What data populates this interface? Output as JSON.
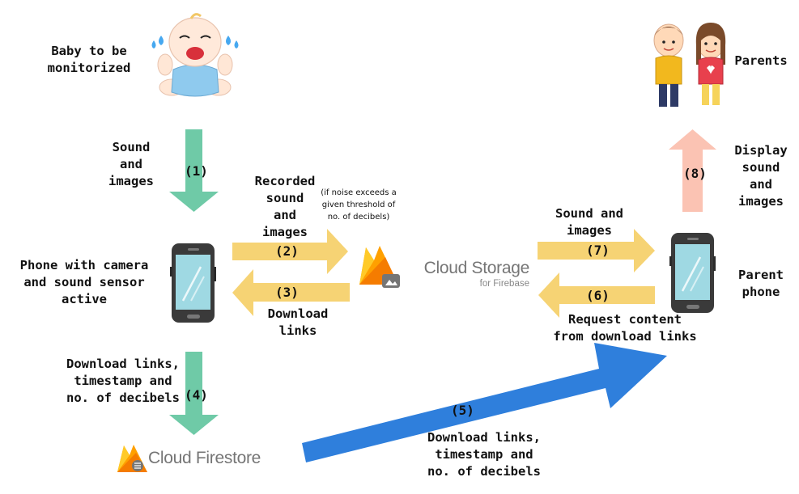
{
  "nodes": {
    "baby": {
      "label": "Baby to be\nmonitorized"
    },
    "phone_sender": {
      "label": "Phone with camera\nand sound sensor\nactive"
    },
    "cloud_storage": {
      "name": "Cloud Storage",
      "sub": "for Firebase"
    },
    "cloud_firestore": {
      "name": "Cloud Firestore"
    },
    "parents": {
      "label": "Parents"
    },
    "parent_phone": {
      "label": "Parent\nphone"
    }
  },
  "edges": {
    "e1": {
      "step": "(1)",
      "label": "Sound\nand\nimages"
    },
    "e2": {
      "step": "(2)",
      "label": "Recorded\nsound\nand\nimages",
      "note": "(if noise exceeds a\ngiven threshold of\nno. of decibels)"
    },
    "e3": {
      "step": "(3)",
      "label": "Download\nlinks"
    },
    "e4": {
      "step": "(4)",
      "label": "Download links,\ntimestamp and\nno. of decibels"
    },
    "e5": {
      "step": "(5)",
      "label": "Download links,\ntimestamp and\nno. of decibels"
    },
    "e6": {
      "step": "(6)",
      "label": "Request content\nfrom download links"
    },
    "e7": {
      "step": "(7)",
      "label": "Sound and\nimages"
    },
    "e8": {
      "step": "(8)",
      "label": "Display\nsound\nand\nimages"
    }
  },
  "colors": {
    "green_arrow": "#6fcaa7",
    "yellow_arrow": "#f6d374",
    "blue_arrow": "#2f7fdc",
    "pink_arrow": "#fbc3b3",
    "firebase_orange": "#f6a21b",
    "firebase_yellow": "#ffcb2b",
    "logo_gray": "#757575"
  }
}
